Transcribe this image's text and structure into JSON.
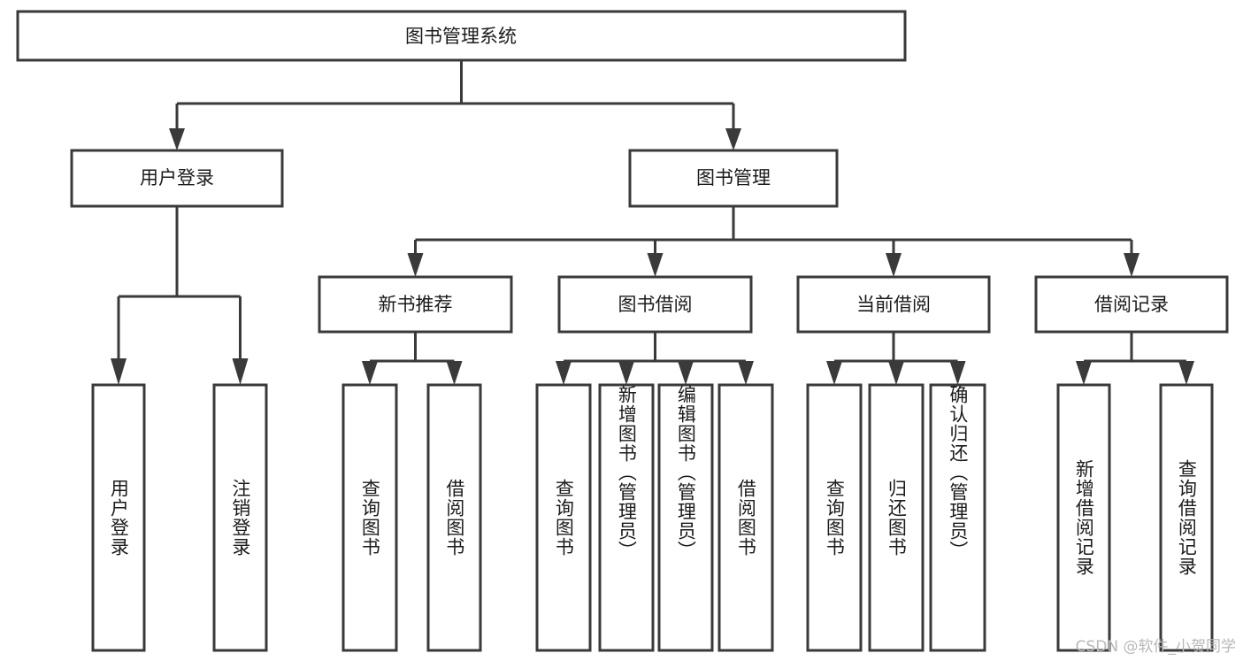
{
  "diagram": {
    "type": "tree-hierarchy-chart",
    "title": "图书管理系统",
    "orientation": "top-down",
    "colors": {
      "background": "#ffffff",
      "box_stroke": "#3a3a3a",
      "box_fill": "#ffffff",
      "text": "#1b1b1b",
      "watermark": "#b8b8b8"
    },
    "root": {
      "label": "图书管理系统"
    },
    "level1": [
      {
        "id": "user-login",
        "label": "用户登录"
      },
      {
        "id": "book-management",
        "label": "图书管理"
      }
    ],
    "level2": [
      {
        "id": "new-book-recommend",
        "label": "新书推荐",
        "parent": "book-management"
      },
      {
        "id": "book-borrow",
        "label": "图书借阅",
        "parent": "book-management"
      },
      {
        "id": "current-borrow",
        "label": "当前借阅",
        "parent": "book-management"
      },
      {
        "id": "borrow-record",
        "label": "借阅记录",
        "parent": "book-management"
      }
    ],
    "leaves": [
      {
        "id": "leaf-user-login",
        "label": "用户登录",
        "parent": "user-login"
      },
      {
        "id": "leaf-logout-login",
        "label": "注销登录",
        "parent": "user-login"
      },
      {
        "id": "leaf-query-book-1",
        "label": "查询图书",
        "parent": "new-book-recommend"
      },
      {
        "id": "leaf-borrow-book-1",
        "label": "借阅图书",
        "parent": "new-book-recommend"
      },
      {
        "id": "leaf-query-book-2",
        "label": "查询图书",
        "parent": "book-borrow"
      },
      {
        "id": "leaf-add-book",
        "label": "新增图书（管理员）",
        "parent": "book-borrow"
      },
      {
        "id": "leaf-edit-book",
        "label": "编辑图书（管理员）",
        "parent": "book-borrow"
      },
      {
        "id": "leaf-borrow-book-2",
        "label": "借阅图书",
        "parent": "book-borrow"
      },
      {
        "id": "leaf-query-book-3",
        "label": "查询图书",
        "parent": "current-borrow"
      },
      {
        "id": "leaf-return-book",
        "label": "归还图书",
        "parent": "current-borrow"
      },
      {
        "id": "leaf-confirm-return",
        "label": "确认归还（管理员）",
        "parent": "current-borrow"
      },
      {
        "id": "leaf-add-record",
        "label": "新增借阅记录",
        "parent": "borrow-record"
      },
      {
        "id": "leaf-query-record",
        "label": "查询借阅记录",
        "parent": "borrow-record"
      }
    ]
  },
  "watermark": {
    "text": "CSDN @软件_小贺同学"
  }
}
